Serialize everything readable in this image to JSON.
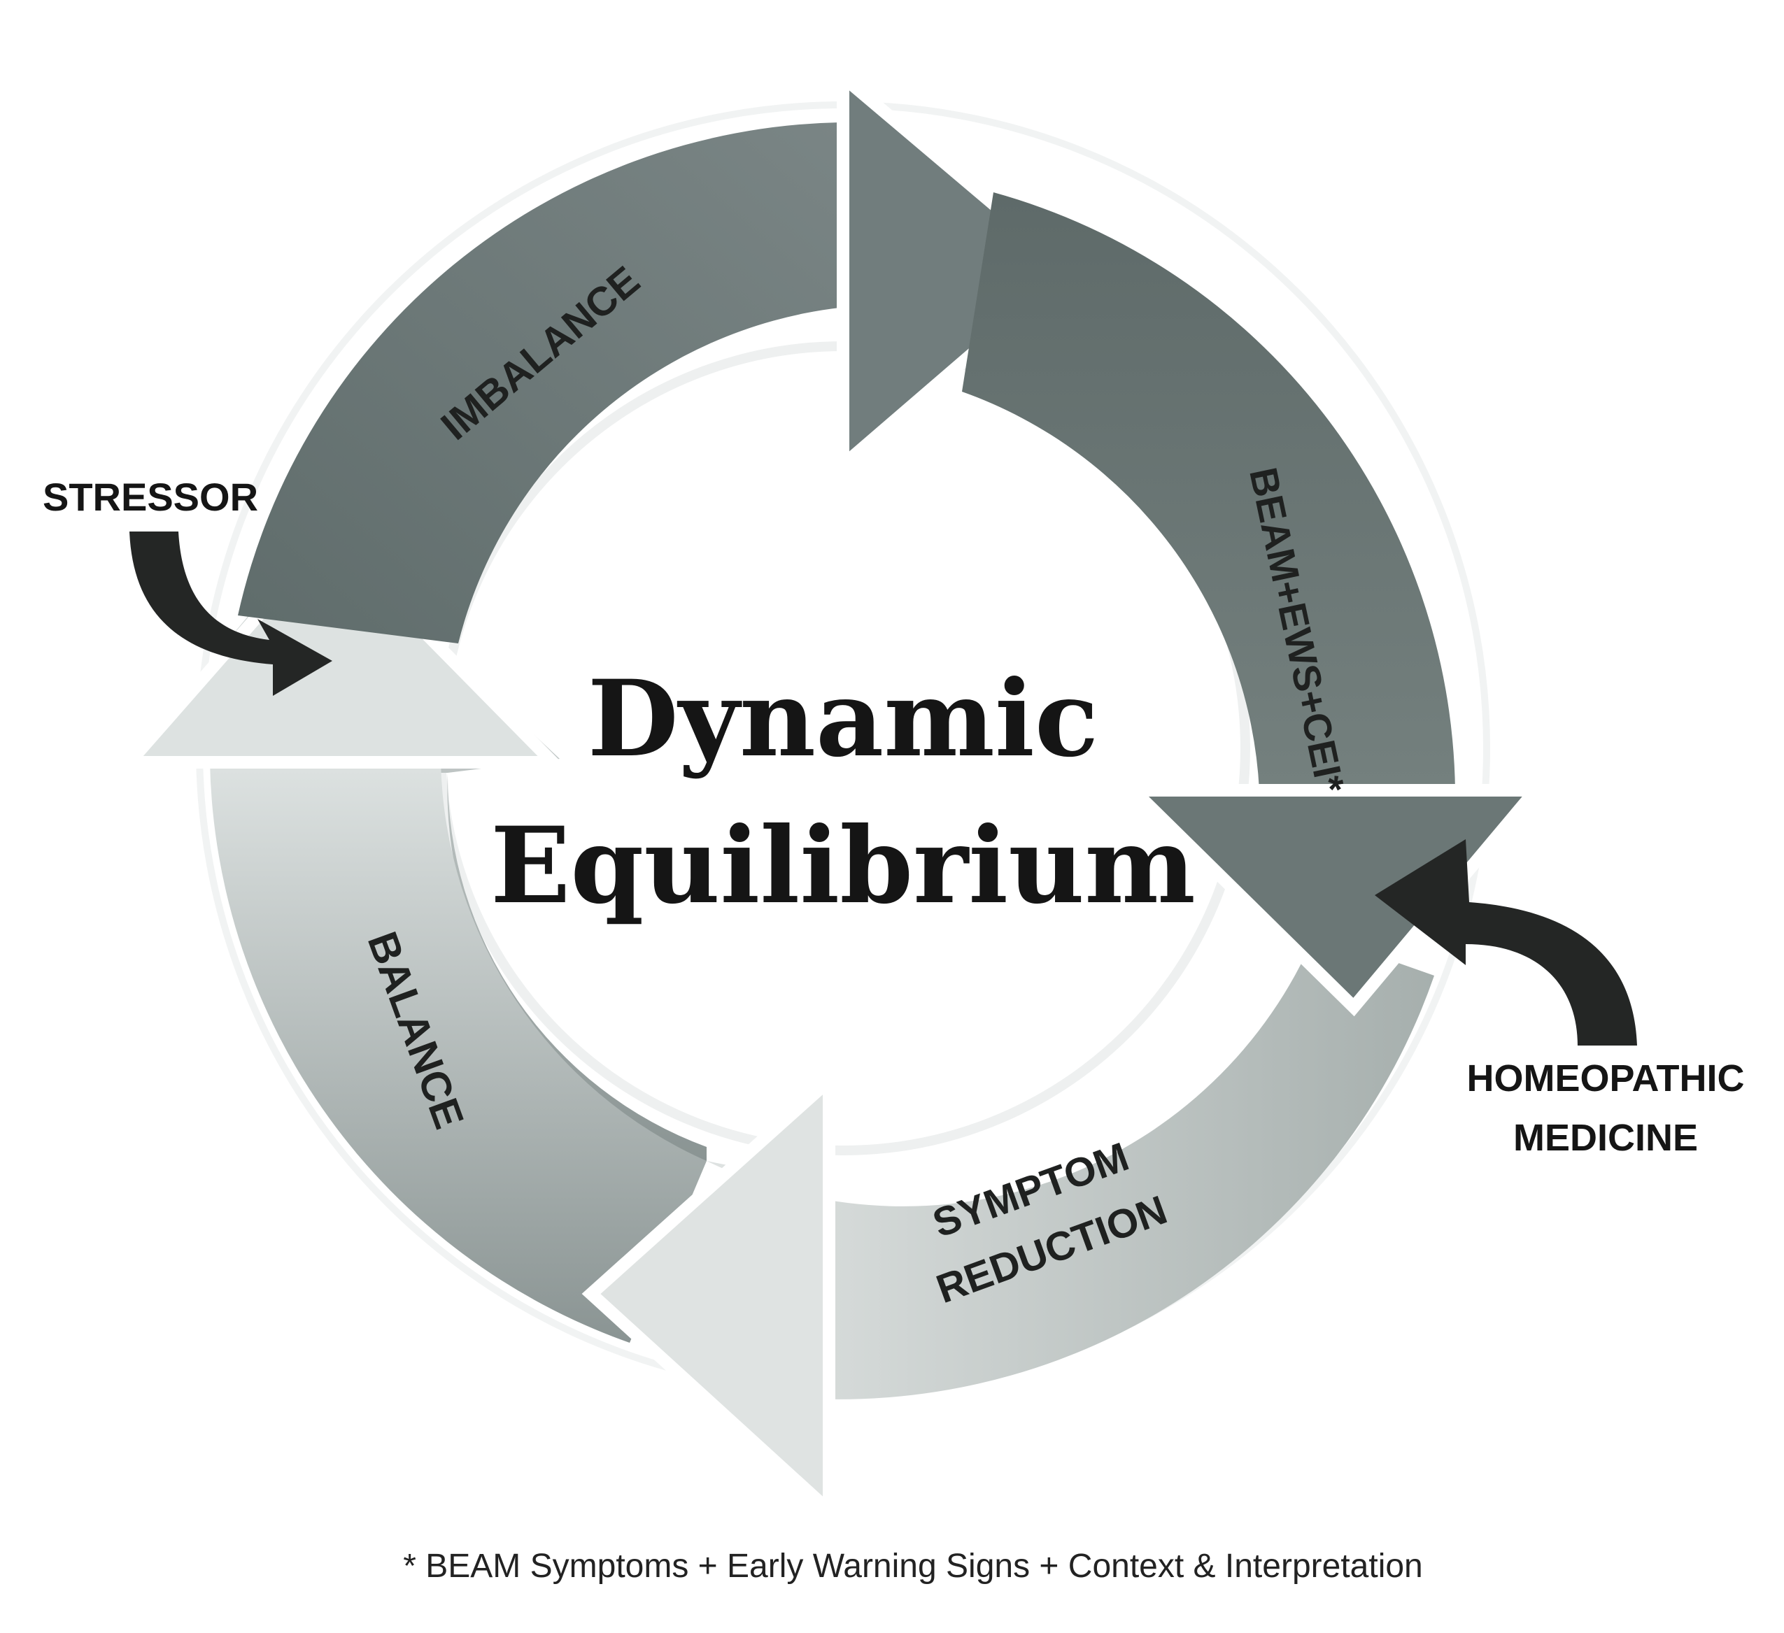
{
  "diagram": {
    "center_title_line1": "Dynamic",
    "center_title_line2": "Equilibrium",
    "segments": [
      {
        "id": "imbalance",
        "label": "IMBALANCE"
      },
      {
        "id": "beam",
        "label": "BEAM+EWS+CEI*"
      },
      {
        "id": "symptom",
        "label_line1": "SYMPTOM",
        "label_line2": "REDUCTION"
      },
      {
        "id": "balance",
        "label": "BALANCE"
      }
    ],
    "inputs": {
      "stressor": "STRESSOR",
      "homeopathic_line1": "HOMEOPATHIC",
      "homeopathic_line2": "MEDICINE"
    },
    "footnote": "* BEAM Symptoms + Early Warning Signs + Context & Interpretation"
  },
  "colors": {
    "imbalance": "#6b7878",
    "beam": "#66726f",
    "symptom_light": "#d9dedc",
    "symptom_dark": "#a3acaa",
    "balance_light": "#d6dcdb",
    "balance_dark": "#8b9594",
    "input_arrow": "#242625"
  }
}
